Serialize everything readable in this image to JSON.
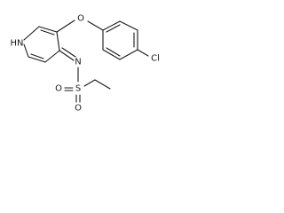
{
  "structure": {
    "atoms": {
      "nh": "HN",
      "o_ether": "O",
      "cl": "Cl",
      "n_imine": "N",
      "s": "S",
      "o_sulfonyl_1": "O",
      "o_sulfonyl_2": "O"
    }
  }
}
